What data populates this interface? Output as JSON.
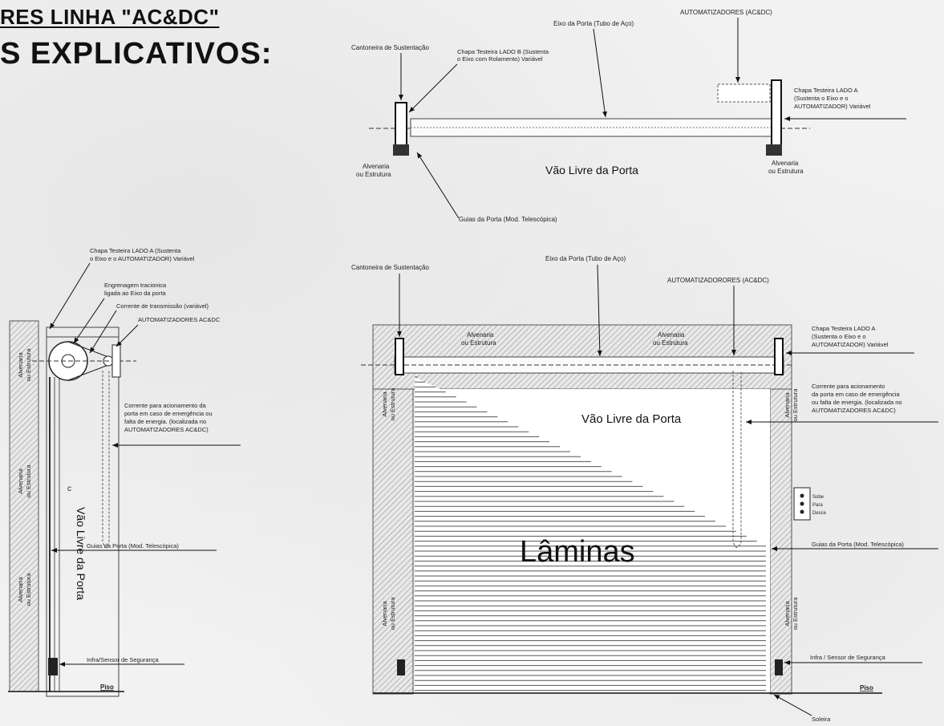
{
  "header": {
    "line1": "RES LINHA \"AC&DC\"",
    "line2": "S EXPLICATIVOS:"
  },
  "top_view": {
    "cantoneira": "Cantoneira de Sustentação",
    "eixo": "Eixo da Porta (Tubo de Aço)",
    "automatizadores": "AUTOMATIZADORES (AC&DC)",
    "chapa_b_1": "Chapa Testeira LADO B (Sustenta",
    "chapa_b_2": "o Eixo com Rolamento) Variável",
    "chapa_a_1": "Chapa Testeira LADO A",
    "chapa_a_2": "(Sustenta o Eixo e o",
    "chapa_a_3": "AUTOMATIZADOR) Variável",
    "alv_left_1": "Alvenaria",
    "alv_left_2": "ou Estrutura",
    "alv_right_1": "Alvenaria",
    "alv_right_2": "ou Estrutura",
    "vao": "Vão Livre da Porta",
    "guias": "Guias da Porta (Mod. Telescópica)"
  },
  "side_view": {
    "chapa_1": "Chapa Testeira LADO A (Sustenta",
    "chapa_2": "o Eixo e o AUTOMATIZADOR) Variável",
    "engrenagem_1": "Engrenagem tracionica",
    "engrenagem_2": "ligada ao Eixo da porta",
    "corrente_trans": "Corrente de transmissão (variável)",
    "automatizadores": "AUTOMATIZADORES AC&DC",
    "corrente_1": "Corrente para acionamento da",
    "corrente_2": "porta em caso de emergência ou",
    "corrente_3": "falta de energia. (localizada no",
    "corrente_4": "AUTOMATIZADORES AC&DC)",
    "alv_1a": "Alvenaria",
    "alv_1b": "ou Estrutura",
    "alv_2a": "Alvenaria",
    "alv_2b": "ou Estrutura",
    "alv_3a": "Alvenaria",
    "alv_3b": "ou Estrutura",
    "vao": "Vão Livre da Porta",
    "c_mark": "c",
    "guias": "Guias da Porta (Mod. Telescópica)",
    "infra": "Infra/Sensor de Segurança",
    "piso": "Piso"
  },
  "front_view": {
    "cantoneira": "Cantoneira de Sustentação",
    "eixo": "Eixo da Porta (Tubo de Aço)",
    "automatizadores": "AUTOMATIZADORORES (AC&DC)",
    "alv_top_l1": "Alvenaria",
    "alv_top_l2": "ou Estrutura",
    "alv_top_r1": "Alvenaria",
    "alv_top_r2": "ou Estrutura",
    "chapa_1": "Chapa Testeira LADO A",
    "chapa_2": "(Sustenta o Eixo e o",
    "chapa_3": "AUTOMATIZADOR) Variável",
    "corrente_1": "Corrente para acionamento",
    "corrente_2": "da porta em caso de emergência",
    "corrente_3": "ou falta de energia. (localizada no",
    "corrente_4": "AUTOMATIZADORES AC&DC)",
    "vao": "Vão Livre da Porta",
    "laminas": "Lâminas",
    "botoeira_1": "Sobe",
    "botoeira_2": "Para",
    "botoeira_3": "Desce",
    "alv_l1": "Alvenaria",
    "alv_l2": "ou Estrutura",
    "alv_r1": "Alvenaria",
    "alv_r2": "ou Estrutura",
    "alv_ml1": "Alvenaria",
    "alv_ml2": "ou Estrutura",
    "alv_mr1": "Alvenaria",
    "alv_mr2": "ou Estrutura",
    "guias": "Guias da Porta (Mod. Telescópica)",
    "infra": "Infra / Sensor de Segurança",
    "piso": "Piso",
    "soleira": "Soleira"
  }
}
